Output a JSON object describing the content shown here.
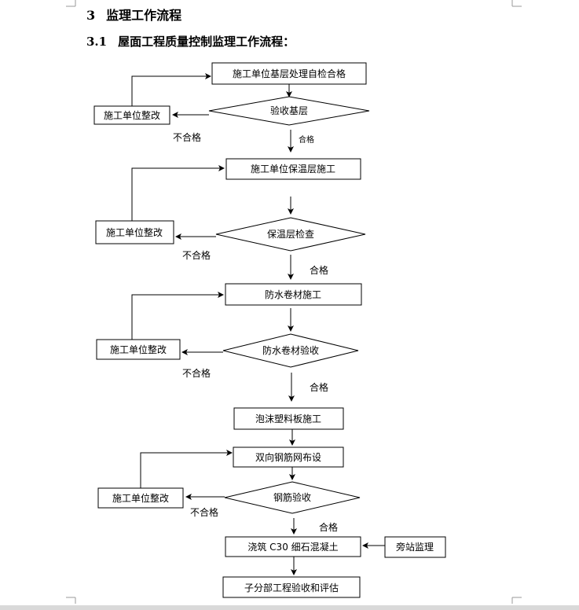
{
  "section": {
    "number": "3",
    "title": "监理工作流程"
  },
  "subsection": {
    "number": "3.1",
    "title": "屋面工程质量控制监理工作流程："
  },
  "flow": {
    "step1": "施工单位基层处理自检合格",
    "check1": "验收基层",
    "step2": "施工单位保温层施工",
    "check2": "保温层检查",
    "step3": "防水卷材施工",
    "check3": "防水卷材验收",
    "step4": "泡沫塑料板施工",
    "step5": "双向钢筋网布设",
    "check4": "钢筋验收",
    "step6": "浇筑 C30 细石混凝土",
    "side": "旁站监理",
    "step7": "子分部工程验收和评估",
    "rectify": "施工单位整改",
    "pass": "合格",
    "fail": "不合格"
  }
}
